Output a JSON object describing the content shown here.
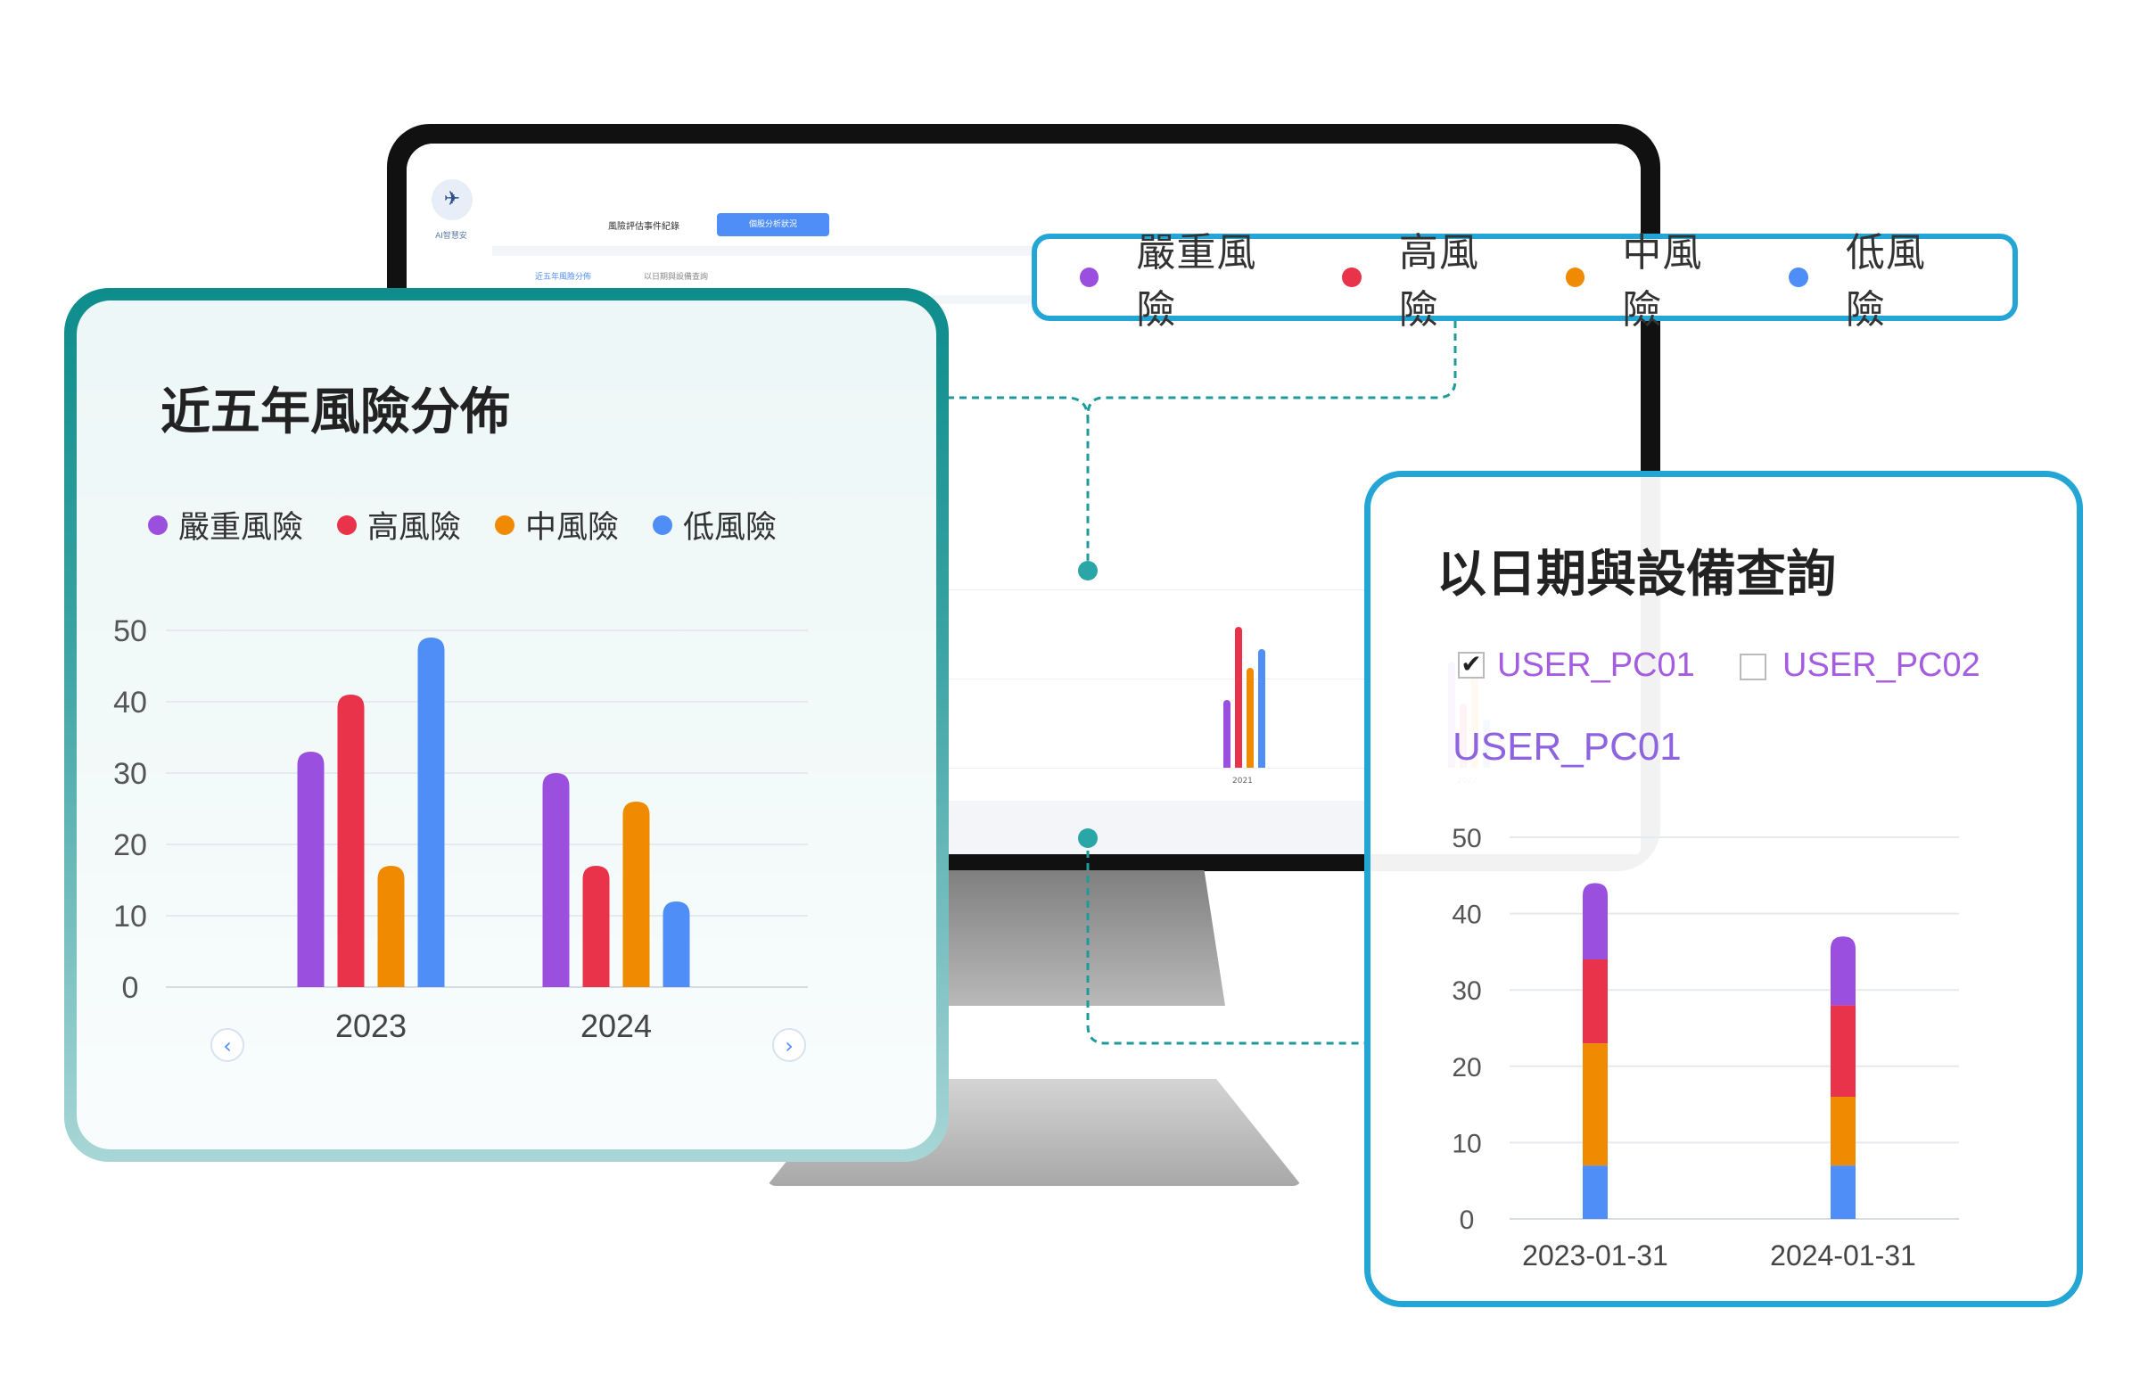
{
  "colors": {
    "severe": "#9b4fdf",
    "high": "#e8334a",
    "medium": "#f08a00",
    "low": "#4f8ef7",
    "teal": "#0e8c8c",
    "cyan": "#23a6d5"
  },
  "legend": [
    {
      "label": "嚴重風險",
      "color_key": "severe"
    },
    {
      "label": "高風險",
      "color_key": "high"
    },
    {
      "label": "中風險",
      "color_key": "medium"
    },
    {
      "label": "低風險",
      "color_key": "low"
    }
  ],
  "monitor": {
    "logo_icon": "bird-logo-icon",
    "logo_caption": "AI智慧安",
    "header_title": "風險評估事件紀錄",
    "header_button": "個股分析狀況",
    "tabs": [
      "近五年風險分佈",
      "以日期與設備查詢"
    ],
    "years": [
      "2021",
      "2022"
    ]
  },
  "left_card": {
    "title": "近五年風險分佈",
    "prev_icon": "chevron-left-icon",
    "next_icon": "chevron-right-icon"
  },
  "right_card": {
    "title": "以日期與設備查詢",
    "devices": [
      {
        "label": "USER_PC01",
        "checked": true
      },
      {
        "label": "USER_PC02",
        "checked": false
      }
    ],
    "selected_device": "USER_PC01"
  },
  "chart_data": [
    {
      "id": "left-chart",
      "type": "bar",
      "title": "近五年風險分佈",
      "categories": [
        "2023",
        "2024"
      ],
      "series": [
        {
          "name": "嚴重風險",
          "values": [
            33,
            30
          ]
        },
        {
          "name": "高風險",
          "values": [
            41,
            17
          ]
        },
        {
          "name": "中風險",
          "values": [
            17,
            26
          ]
        },
        {
          "name": "低風險",
          "values": [
            49,
            12
          ]
        }
      ],
      "ylim": [
        0,
        50
      ],
      "yticks": [
        0,
        10,
        20,
        30,
        40,
        50
      ],
      "grid": true
    },
    {
      "id": "right-chart",
      "type": "bar",
      "stacked": true,
      "title": "以日期與設備查詢",
      "categories": [
        "2023-01-31",
        "2024-01-31"
      ],
      "series": [
        {
          "name": "低風險",
          "values": [
            7,
            7
          ]
        },
        {
          "name": "中風險",
          "values": [
            16,
            9
          ]
        },
        {
          "name": "高風險",
          "values": [
            11,
            12
          ]
        },
        {
          "name": "嚴重風險",
          "values": [
            10,
            9
          ]
        }
      ],
      "ylim": [
        0,
        50
      ],
      "yticks": [
        0,
        10,
        20,
        30,
        40,
        50
      ],
      "grid": true
    },
    {
      "id": "monitor-chart",
      "type": "bar",
      "categories": [
        "2021",
        "2022"
      ],
      "series": [
        {
          "name": "嚴重風險",
          "values": [
            21,
            33
          ]
        },
        {
          "name": "高風險",
          "values": [
            44,
            20
          ]
        },
        {
          "name": "中風險",
          "values": [
            31,
            30
          ]
        },
        {
          "name": "低風險",
          "values": [
            37,
            15
          ]
        }
      ],
      "ylim": [
        0,
        50
      ]
    }
  ]
}
